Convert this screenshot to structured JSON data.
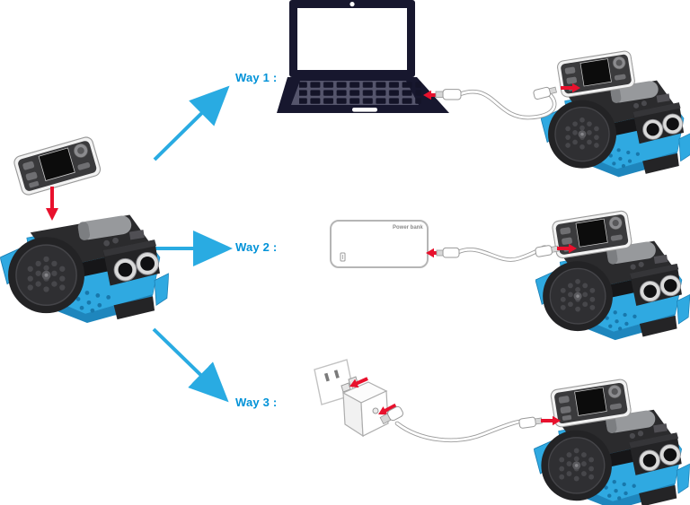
{
  "ways": [
    {
      "label": "Way 1 :",
      "device": "laptop"
    },
    {
      "label": "Way 2 :",
      "device": "power-bank"
    },
    {
      "label": "Way 3 :",
      "device": "usb-power-adapter-with-wall-outlet"
    }
  ],
  "power_bank": {
    "label": "Power bank"
  },
  "colors": {
    "way_arrow_blue": "#29ABE2",
    "way_label_blue": "#0092D8",
    "plug_arrow_red": "#E8112D",
    "robot_body_blue": "#2FA9E1",
    "robot_dark": "#262628",
    "laptop_body": "#17172E",
    "cable_outline": "#9B9B9B",
    "background": "#FFFFFF"
  },
  "icons": {
    "left_module": "controller-module",
    "robot": "mbot-robot",
    "way1_device": "laptop",
    "way2_device": "power-bank",
    "way3_device": "usb-power-adapter",
    "outlet": "wall-outlet",
    "cable": "usb-cable",
    "insert_arrow": "red-down-arrow",
    "plug_arrow": "red-plug-arrow",
    "way_arrow": "blue-arrow"
  }
}
